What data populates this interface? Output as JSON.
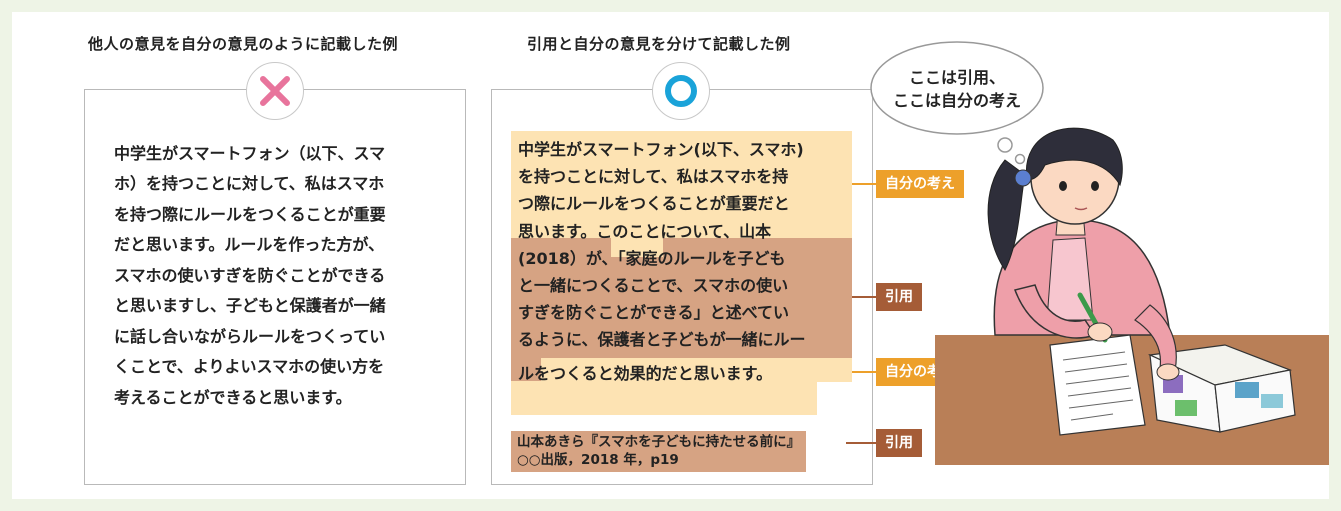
{
  "left": {
    "heading": "他人の意見を自分の意見のように記載した例",
    "mark_icon": "cross-icon",
    "mark_color": "#e8749c",
    "lines": [
      "中学生がスマートフォン（以下、スマ",
      "ホ）を持つことに対して、私はスマホ",
      "を持つ際にルールをつくることが重要",
      "だと思います。ルールを作った方が、",
      "スマホの使いすぎを防ぐことができる",
      "と思いますし、子どもと保護者が一緒",
      "に話し合いながらルールをつくってい",
      "くことで、よりよいスマホの使い方を",
      "考えることができると思います。"
    ]
  },
  "right": {
    "heading": "引用と自分の意見を分けて記載した例",
    "mark_icon": "circle-icon",
    "mark_color": "#1aa3d9",
    "lines": [
      "中学生がスマートフォン(以下、スマホ)",
      "を持つことに対して、私はスマホを持",
      "つ際にルールをつくることが重要だと",
      "思います。このことについて、山本",
      "(2018）が、「家庭のルールを子ども",
      "と一緒につくることで、スマホの使い",
      "すぎを防ぐことができる」と述べてい",
      "るように、保護者と子どもが一緒にルー",
      "ルをつくると効果的だと思います。"
    ],
    "reference": [
      "山本あきら『スマホを子どもに持たせる前に』",
      "○○出版，2018 年，p19"
    ],
    "tags": {
      "own_label": "自分の考え",
      "quote_label": "引用"
    },
    "colors": {
      "own_highlight": "#fde3b3",
      "quote_highlight": "#d6a383",
      "own_tag": "#eda02a",
      "quote_tag": "#a55c37"
    }
  },
  "bubble": {
    "line1": "ここは引用、",
    "line2": "ここは自分の考え"
  }
}
